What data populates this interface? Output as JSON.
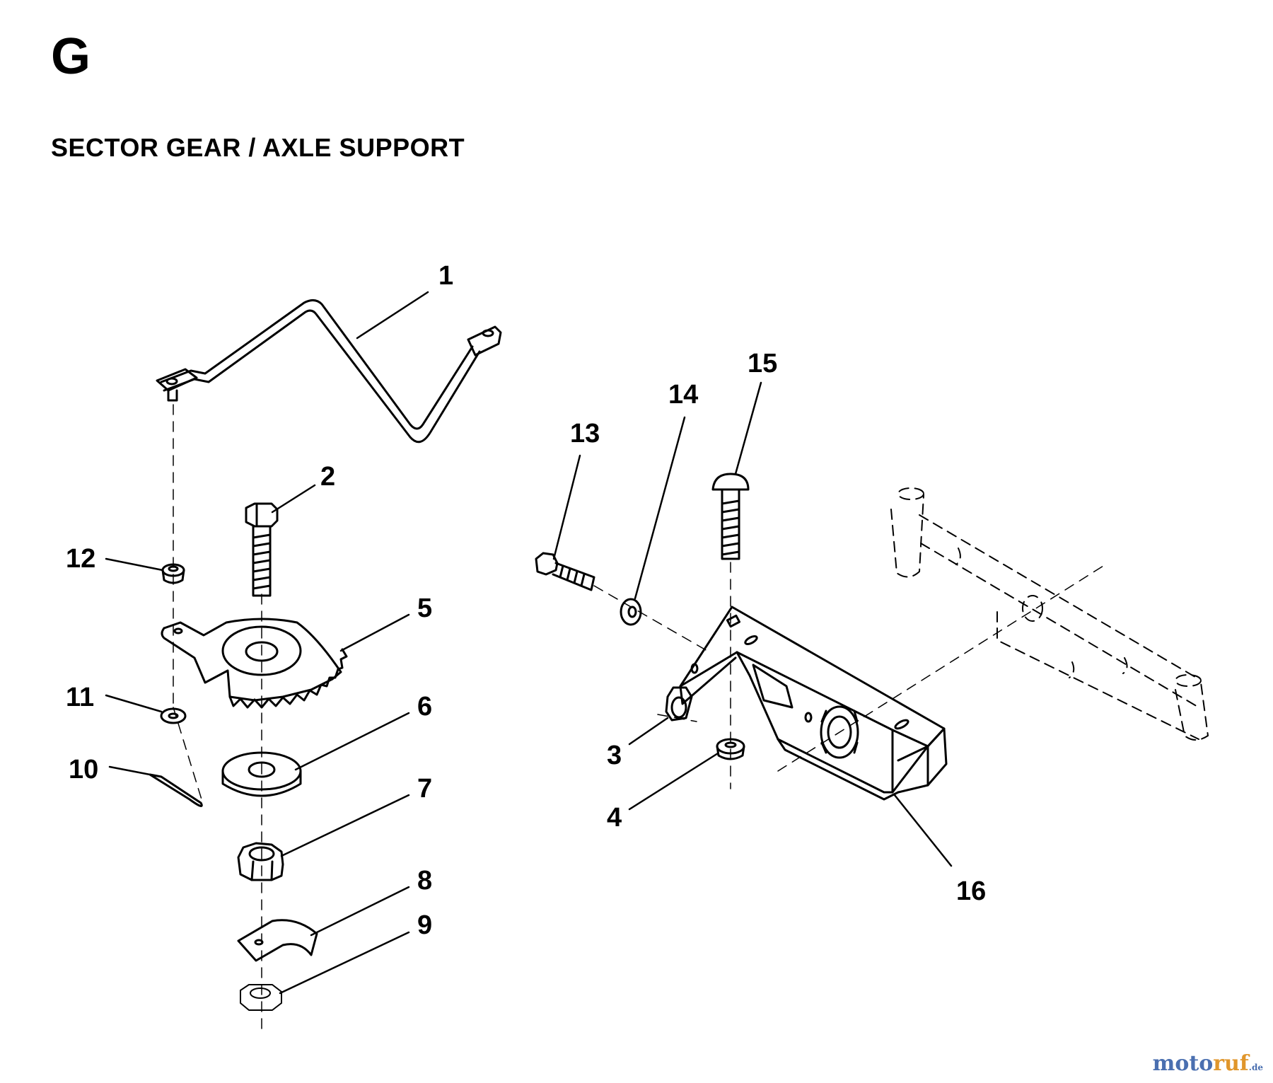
{
  "header": {
    "section_letter": "G",
    "title": "SECTOR GEAR / AXLE SUPPORT"
  },
  "callouts": {
    "c1": "1",
    "c2": "2",
    "c3": "3",
    "c4": "4",
    "c5": "5",
    "c6": "6",
    "c7": "7",
    "c8": "8",
    "c9": "9",
    "c10": "10",
    "c11": "11",
    "c12": "12",
    "c13": "13",
    "c14": "14",
    "c15": "15",
    "c16": "16"
  },
  "watermark": {
    "part1": "moto",
    "part2": "ruf",
    "suffix": ".de"
  }
}
